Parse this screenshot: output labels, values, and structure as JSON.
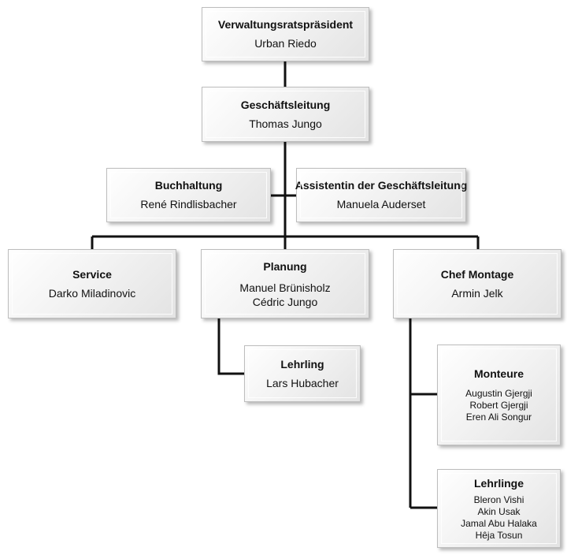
{
  "nodes": {
    "president": {
      "title": "Verwaltungsratspräsident",
      "names": [
        "Urban Riedo"
      ]
    },
    "management": {
      "title": "Geschäftsleitung",
      "names": [
        "Thomas Jungo"
      ]
    },
    "accounting": {
      "title": "Buchhaltung",
      "names": [
        "René Rindlisbacher"
      ]
    },
    "assistant": {
      "title": "Assistentin der Geschäftsleitung",
      "names": [
        "Manuela Auderset"
      ]
    },
    "service": {
      "title": "Service",
      "names": [
        "Darko Miladinovic"
      ]
    },
    "planning": {
      "title": "Planung",
      "names": [
        "Manuel Brünisholz",
        "Cédric Jungo"
      ]
    },
    "assembly": {
      "title": "Chef Montage",
      "names": [
        "Armin Jelk"
      ]
    },
    "apprentice": {
      "title": "Lehrling",
      "names": [
        "Lars Hubacher"
      ]
    },
    "fitters": {
      "title": "Monteure",
      "names": [
        "Augustin Gjergji",
        "Robert Gjergji",
        "Eren Ali Songur"
      ]
    },
    "apprentices": {
      "title": "Lehrlinge",
      "names": [
        "Bleron Vishi",
        "Akin Usak",
        "Jamal Abu Halaka",
        "Hêja Tosun"
      ]
    }
  },
  "colors": {
    "line": "#111111",
    "box_border": "#bdbdbd",
    "box_fill": "#f1f1f1"
  }
}
